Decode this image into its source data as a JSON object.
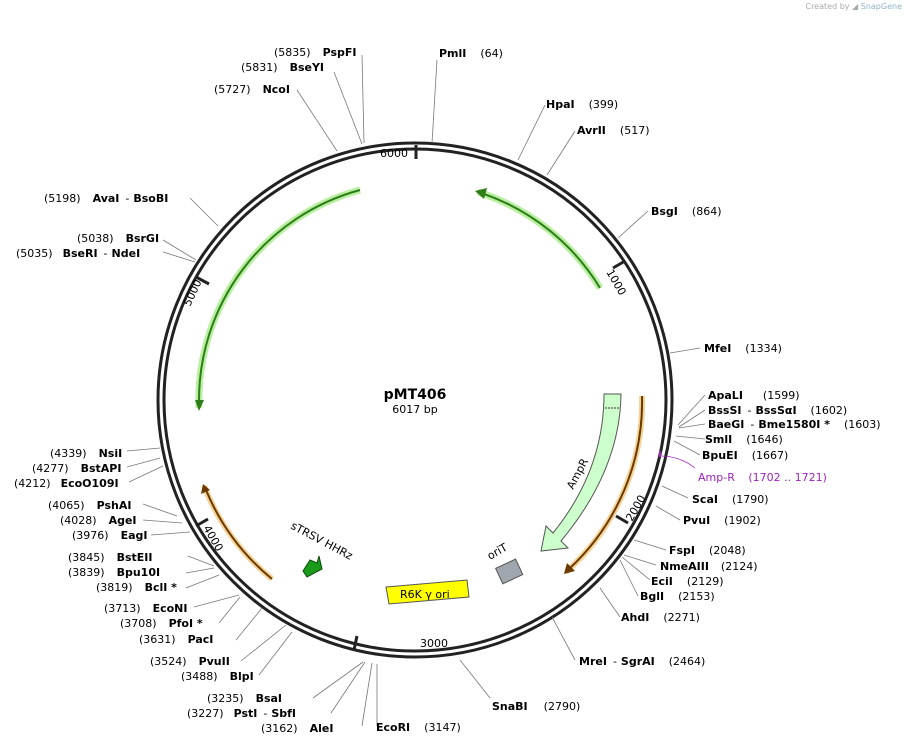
{
  "header": {
    "created_by": "Created by",
    "brand": "SnapGene"
  },
  "map": {
    "name": "pMT406",
    "size_label": "6017 bp",
    "length": 6017,
    "tick_labels": [
      "1000",
      "2000",
      "3000",
      "4000",
      "5000",
      "6000"
    ]
  },
  "sites": [
    {
      "name": "PmlI",
      "pos": "(64)"
    },
    {
      "name": "HpaI",
      "pos": "(399)"
    },
    {
      "name": "AvrII",
      "pos": "(517)"
    },
    {
      "name": "BsgI",
      "pos": "(864)"
    },
    {
      "name": "MfeI",
      "pos": "(1334)"
    },
    {
      "name": "ApaLI",
      "pos": "(1599)"
    },
    {
      "name": "BssSI",
      "name2": "BssSαI",
      "pos": "(1602)"
    },
    {
      "name": "BaeGI",
      "name2": "Bme1580I *",
      "pos": "(1603)"
    },
    {
      "name": "SmlI",
      "pos": "(1646)"
    },
    {
      "name": "BpuEI",
      "pos": "(1667)"
    },
    {
      "name": "ScaI",
      "pos": "(1790)"
    },
    {
      "name": "PvuI",
      "pos": "(1902)"
    },
    {
      "name": "FspI",
      "pos": "(2048)"
    },
    {
      "name": "NmeAIII",
      "pos": "(2124)"
    },
    {
      "name": "EciI",
      "pos": "(2129)"
    },
    {
      "name": "BglI",
      "pos": "(2153)"
    },
    {
      "name": "AhdI",
      "pos": "(2271)"
    },
    {
      "name": "MreI",
      "name2": "SgrAI",
      "pos": "(2464)"
    },
    {
      "name": "SnaBI",
      "pos": "(2790)"
    },
    {
      "name": "EcoRI",
      "pos": "(3147)"
    },
    {
      "name": "AleI",
      "pos": "(3162)"
    },
    {
      "name": "PstI",
      "name2": "SbfI",
      "pos": "(3227)"
    },
    {
      "name": "BsaI",
      "pos": "(3235)"
    },
    {
      "name": "BlpI",
      "pos": "(3488)"
    },
    {
      "name": "PvuII",
      "pos": "(3524)"
    },
    {
      "name": "PacI",
      "pos": "(3631)"
    },
    {
      "name": "PfoI *",
      "pos": "(3708)"
    },
    {
      "name": "EcoNI",
      "pos": "(3713)"
    },
    {
      "name": "BclI *",
      "pos": "(3819)"
    },
    {
      "name": "Bpu10I",
      "pos": "(3839)"
    },
    {
      "name": "BstEII",
      "pos": "(3845)"
    },
    {
      "name": "EagI",
      "pos": "(3976)"
    },
    {
      "name": "AgeI",
      "pos": "(4028)"
    },
    {
      "name": "PshAI",
      "pos": "(4065)"
    },
    {
      "name": "EcoO109I",
      "pos": "(4212)"
    },
    {
      "name": "BstAPI",
      "pos": "(4277)"
    },
    {
      "name": "NsiI",
      "pos": "(4339)"
    },
    {
      "name": "BseRI",
      "name2": "NdeI",
      "pos": "(5035)"
    },
    {
      "name": "BsrGI",
      "pos": "(5038)"
    },
    {
      "name": "AvaI",
      "name2": "BsoBI",
      "pos": "(5198)"
    },
    {
      "name": "NcoI",
      "pos": "(5727)"
    },
    {
      "name": "BseYI",
      "pos": "(5831)"
    },
    {
      "name": "PspFI",
      "pos": "(5835)"
    }
  ],
  "primer": {
    "name": "Amp-R",
    "range": "(1702 .. 1721)",
    "color": "#a020c0"
  },
  "features": {
    "ampr": "AmpR",
    "orit": "oriT",
    "r6k": "R6K γ ori",
    "hhrz": "sTRSV HHRz"
  },
  "colors": {
    "green_arrow": "#2e7d1a",
    "green_glow": "#b8f0a0",
    "orange_arrow": "#d98a1a",
    "ampr_fill": "#ccffcc",
    "orit_fill": "#a0a6ad",
    "r6k_fill": "#ffff00",
    "hhrz_fill": "#1a9a1a"
  }
}
